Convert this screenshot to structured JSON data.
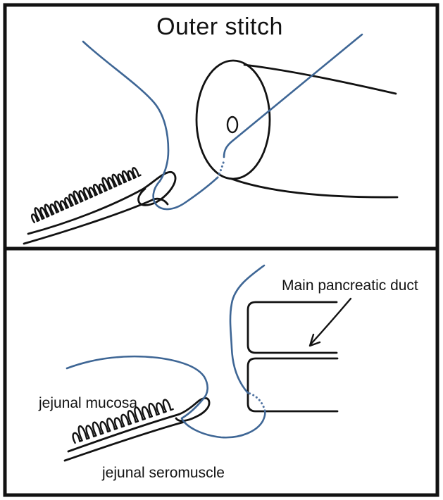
{
  "colors": {
    "ink": "#121212",
    "suture_blue": "#3e6695",
    "suture_dots": "#4f72a0",
    "background": "#ffffff"
  },
  "panels": {
    "top": {
      "title": "Outer stitch"
    },
    "bottom": {
      "labels": {
        "main_pancreatic_duct": "Main pancreatic duct",
        "jejunal_mucosa": "jejunal mucosa",
        "jejunal_seromuscle": "jejunal seromuscle"
      }
    }
  }
}
